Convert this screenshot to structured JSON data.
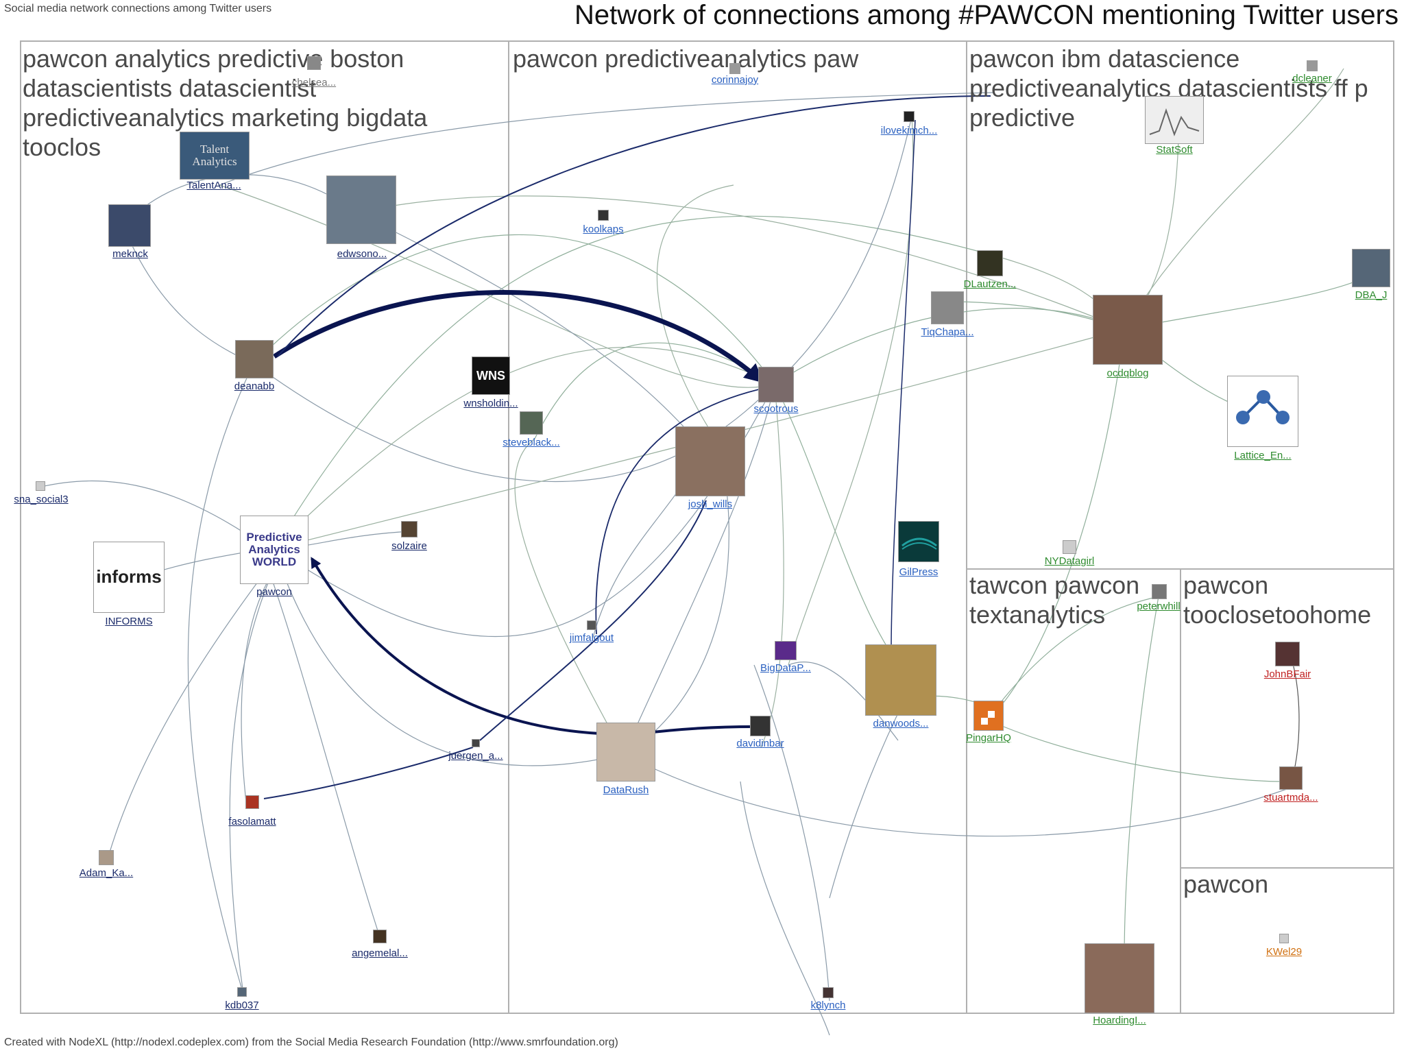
{
  "header": {
    "left": "Social media network connections among Twitter users",
    "title": "Network of connections among #PAWCON mentioning Twitter users"
  },
  "footer": "Created with NodeXL (http://nodexl.codeplex.com) from the Social Media Research Foundation (http://www.smrfoundation.org)",
  "groups": [
    {
      "id": "g1",
      "label": "pawcon analytics predictive boston datascientists datascientist predictiveanalytics marketing bigdata tooclos"
    },
    {
      "id": "g2",
      "label": "pawcon predictiveanalytics paw"
    },
    {
      "id": "g3",
      "label": "pawcon ibm datascience predictiveanalytics datascientists ff p predictive"
    },
    {
      "id": "g4",
      "label": "tawcon pawcon textanalytics"
    },
    {
      "id": "g5",
      "label": "pawcon tooclosetoohome"
    },
    {
      "id": "g6",
      "label": "pawcon"
    }
  ],
  "nodes": [
    {
      "id": "chelsea",
      "label": "chelsea...",
      "color": "#777777",
      "pic": "#888888"
    },
    {
      "id": "talentana",
      "label": "TalentAna...",
      "color": "#1a2a6a",
      "pic": "#3a5a7a",
      "pic_text": "Talent Analytics"
    },
    {
      "id": "meknc",
      "label": "meknck",
      "color": "#1a2a6a",
      "pic": "#3b4a6a"
    },
    {
      "id": "edwsono",
      "label": "edwsono...",
      "color": "#1a2a6a",
      "pic": "#6a7a8a"
    },
    {
      "id": "deanabb",
      "label": "deanabb",
      "color": "#1a2a6a",
      "pic": "#7a6a5a"
    },
    {
      "id": "sna",
      "label": "sna_social3",
      "color": "#1a2a6a",
      "pic": "#cccccc"
    },
    {
      "id": "informs",
      "label": "INFORMS",
      "color": "#1a2a6a",
      "pic": "#ffffff",
      "pic_text": "informs"
    },
    {
      "id": "pawcon",
      "label": "pawcon",
      "color": "#1a2a6a",
      "pic": "#ffffff",
      "pic_text": "Predictive Analytics WORLD"
    },
    {
      "id": "solzaire",
      "label": "solzaire",
      "color": "#1a2a6a",
      "pic": "#554433"
    },
    {
      "id": "fasolamatt",
      "label": "fasolamatt",
      "color": "#1a2a6a",
      "pic": "#aa3322"
    },
    {
      "id": "adamka",
      "label": "Adam_Ka...",
      "color": "#1a2a6a",
      "pic": "#aa9988"
    },
    {
      "id": "angemelal",
      "label": "angemelal...",
      "color": "#1a2a6a",
      "pic": "#443322"
    },
    {
      "id": "kdb037",
      "label": "kdb037",
      "color": "#1a2a6a",
      "pic": "#556677"
    },
    {
      "id": "corinnajoy",
      "label": "corinnajoy",
      "color": "#2a60c0",
      "pic": "#999999"
    },
    {
      "id": "koolkaps",
      "label": "koolkaps",
      "color": "#2a60c0",
      "pic": "#333333"
    },
    {
      "id": "wnsholdin",
      "label": "wnsholdin...",
      "color": "#1a2a6a",
      "pic": "#111111",
      "pic_text": "WNS"
    },
    {
      "id": "steveblack",
      "label": "steveblack...",
      "color": "#2a60c0",
      "pic": "#556655"
    },
    {
      "id": "josh_wills",
      "label": "josh_wills",
      "color": "#2a60c0",
      "pic": "#8a7060"
    },
    {
      "id": "scootrous",
      "label": "scootrous",
      "color": "#2a60c0",
      "pic": "#7a6a6a"
    },
    {
      "id": "ilovekimch",
      "label": "ilovekimch...",
      "color": "#2a60c0",
      "pic": "#222222"
    },
    {
      "id": "jimfalgout",
      "label": "jimfalgout",
      "color": "#2a60c0",
      "pic": "#555555"
    },
    {
      "id": "juergen",
      "label": "juergen_a...",
      "color": "#1a2a6a",
      "pic": "#444444"
    },
    {
      "id": "datarush",
      "label": "DataRush",
      "color": "#2a60c0",
      "pic": "#c8b8a8"
    },
    {
      "id": "bigdatap",
      "label": "BigDataP...",
      "color": "#2a60c0",
      "pic": "#5a2a8a"
    },
    {
      "id": "davidinbar",
      "label": "davidinbar",
      "color": "#2a60c0",
      "pic": "#333333"
    },
    {
      "id": "danwoods",
      "label": "danwoods...",
      "color": "#2a60c0",
      "pic": "#b09050"
    },
    {
      "id": "gilpress",
      "label": "GilPress",
      "color": "#2a60c0",
      "pic": "#0a3a3a"
    },
    {
      "id": "k8lynch",
      "label": "k8lynch",
      "color": "#2a60c0",
      "pic": "#443333"
    },
    {
      "id": "dlautzen",
      "label": "DLautzen...",
      "color": "#2e8b2e",
      "pic": "#333322"
    },
    {
      "id": "tiqchapa",
      "label": "TiqChapa...",
      "color": "#2a60c0",
      "pic": "#888888"
    },
    {
      "id": "ocdqblog",
      "label": "ocdqblog",
      "color": "#2e8b2e",
      "pic": "#7a5a4a"
    },
    {
      "id": "statsoft",
      "label": "StatSoft",
      "color": "#2e8b2e",
      "pic": "#eeeeee"
    },
    {
      "id": "dcleaner",
      "label": "dcleaner",
      "color": "#2e8b2e",
      "pic": "#999999"
    },
    {
      "id": "dba_j",
      "label": "DBA_J",
      "color": "#2e8b2e",
      "pic": "#556677"
    },
    {
      "id": "lattice",
      "label": "Lattice_En...",
      "color": "#2e8b2e",
      "pic": "#ffffff"
    },
    {
      "id": "nydatagirl",
      "label": "NYDatagirl",
      "color": "#2e8b2e",
      "pic": "#cccccc"
    },
    {
      "id": "peterwhill",
      "label": "peterwhill",
      "color": "#2e8b2e",
      "pic": "#777777"
    },
    {
      "id": "pingarhq",
      "label": "PingarHQ",
      "color": "#2e8b2e",
      "pic": "#e07020"
    },
    {
      "id": "hoardingi",
      "label": "HoardingI...",
      "color": "#2e8b2e",
      "pic": "#8a6a5a"
    },
    {
      "id": "johnbfair",
      "label": "JohnBFair",
      "color": "#c02020",
      "pic": "#553333"
    },
    {
      "id": "stuartmda",
      "label": "stuartmda...",
      "color": "#c02020",
      "pic": "#775544"
    },
    {
      "id": "kwel29",
      "label": "KWel29",
      "color": "#d07010",
      "pic": "#cccccc"
    }
  ]
}
